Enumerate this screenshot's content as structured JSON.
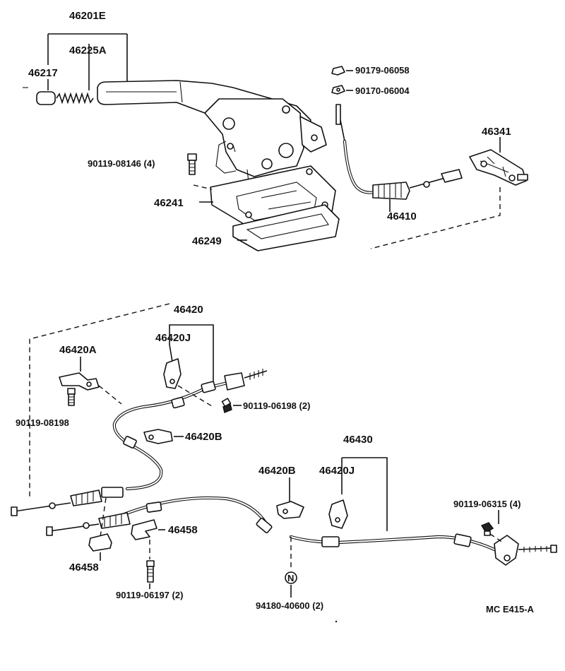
{
  "parts": {
    "p46201E": "46201E",
    "p46225A": "46225A",
    "p46217": "46217",
    "p90179": "90179-06058",
    "p90170": "90170-06004",
    "p46341": "46341",
    "p90119_08146": "90119-08146 (4)",
    "p46410": "46410",
    "p46241": "46241",
    "p46249": "46249",
    "p46420": "46420",
    "p46420J_top": "46420J",
    "p46420A": "46420A",
    "p90119_06198": "90119-06198 (2)",
    "p90119_08198": "90119-08198",
    "p46420B_top": "46420B",
    "p46430": "46430",
    "p46420B_mid": "46420B",
    "p46420J_mid": "46420J",
    "p90119_06315": "90119-06315 (4)",
    "p46458_right": "46458",
    "p46458_left": "46458",
    "p90119_06197": "90119-06197 (2)",
    "p94180": "94180-40600 (2)",
    "nut_letter": "N",
    "code": "MC  E415-A"
  }
}
